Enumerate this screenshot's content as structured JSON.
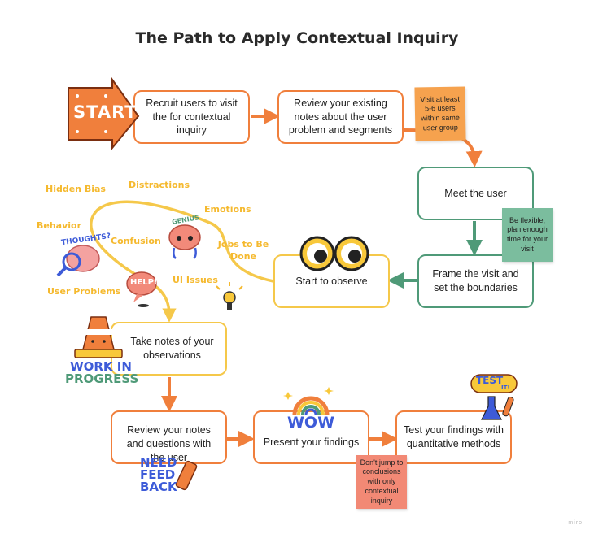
{
  "title": "The Path to Apply Contextual Inquiry",
  "steps": {
    "recruit": "Recruit users to visit the for contextual inquiry",
    "review_notes": "Review your existing notes about the user problem and segments",
    "meet": "Meet the user",
    "frame": "Frame the visit and set the boundaries",
    "observe": "Start to observe",
    "take_notes": "Take notes of your observations",
    "review_questions": "Review your notes and questions with the user",
    "present": "Present your findings",
    "test": "Test your findings with quantitative methods"
  },
  "notes": {
    "visit": "Visit at least 5-6 users within same user group",
    "flexible": "Be flexible, plan enough time for your visit",
    "conclusions": "Don't jump to conclusions with only contextual inquiry"
  },
  "observation_words": {
    "hidden_bias": "Hidden Bias",
    "distractions": "Distractions",
    "emotions": "Emotions",
    "behavior": "Behavior",
    "confusion": "Confusion",
    "jobs": "Jobs to Be Done",
    "user_problems": "User Problems",
    "ui_issues": "UI Issues"
  },
  "stickers": {
    "start": "START",
    "thoughts": "THOUGHTS?",
    "genius": "GENIUS",
    "help": "HELP!",
    "work_in_progress_1": "WORK IN",
    "work_in_progress_2": "PROGRESS",
    "need_feedback_1": "NEED",
    "need_feedback_2": "FEED",
    "need_feedback_3": "BACK",
    "wow": "WOW",
    "test": "TEST",
    "test_it": "IT!"
  },
  "watermark": "miro",
  "colors": {
    "orange": "#f07f3c",
    "green": "#4f9a78",
    "yellow": "#f5c84a",
    "sticky_orange": "#f6a24e",
    "sticky_green": "#7bbd9e",
    "sticky_red": "#f28975"
  }
}
